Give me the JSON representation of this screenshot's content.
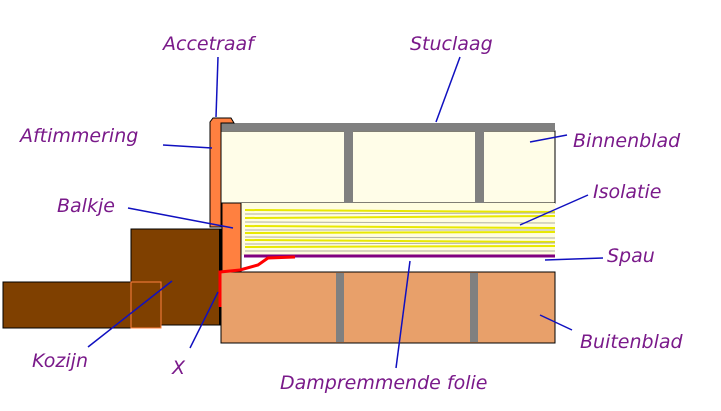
{
  "labels": {
    "accetraaf": "Accetraaf",
    "stuclaag": "Stuclaag",
    "aftimmering": "Aftimmering",
    "binnenblad": "Binnenblad",
    "isolatie": "Isolatie",
    "balkje": "Balkje",
    "spau": "Spau",
    "kozijn": "Kozijn",
    "x": "X",
    "buitenblad": "Buitenblad",
    "dampremmende_folie": "Dampremmende folie"
  },
  "colors": {
    "label": "#7a1a8a",
    "leader": "#1010c0",
    "kozijn": "#7f4000",
    "timber": "#ff8040",
    "binnenblad": "#fffde8",
    "buitenblad": "#e8a06a",
    "joint": "#808080",
    "folie": "#800080",
    "seal": "#ff0000"
  }
}
